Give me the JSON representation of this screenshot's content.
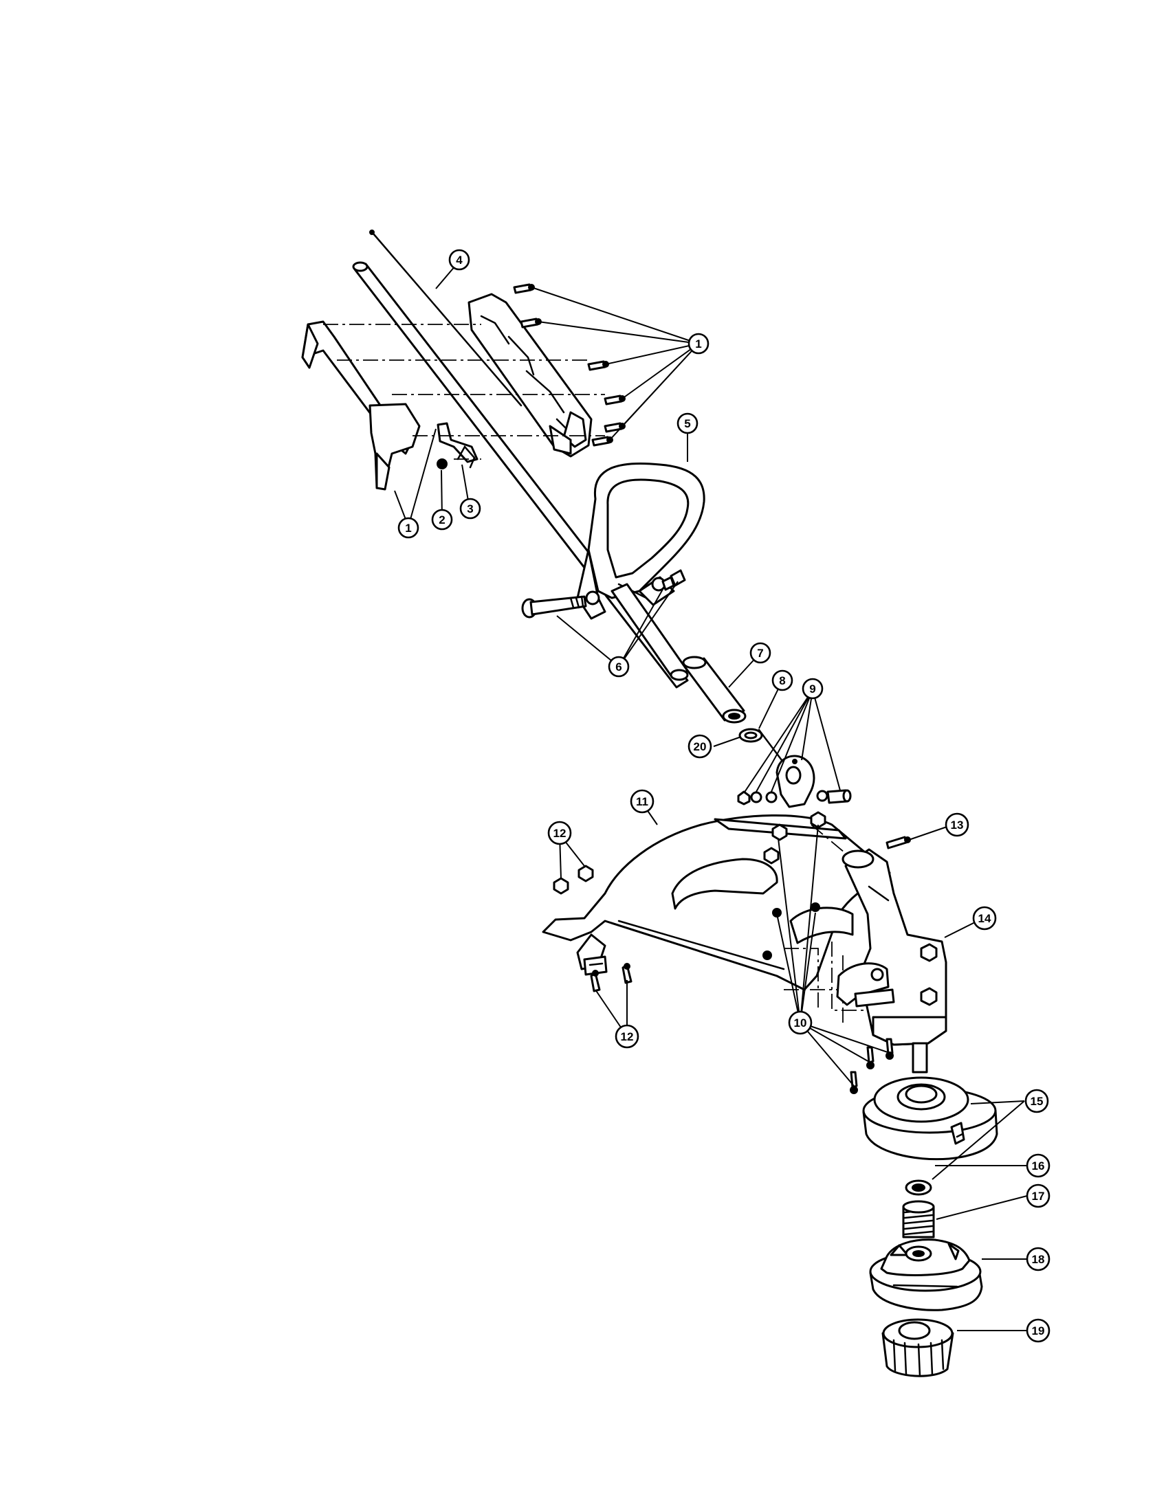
{
  "callouts": [
    {
      "id": "1a",
      "number": "1"
    },
    {
      "id": "1b",
      "number": "1"
    },
    {
      "id": "2",
      "number": "2"
    },
    {
      "id": "3",
      "number": "3"
    },
    {
      "id": "4",
      "number": "4"
    },
    {
      "id": "5",
      "number": "5"
    },
    {
      "id": "6",
      "number": "6"
    },
    {
      "id": "7",
      "number": "7"
    },
    {
      "id": "8",
      "number": "8"
    },
    {
      "id": "9",
      "number": "9"
    },
    {
      "id": "10",
      "number": "10"
    },
    {
      "id": "11",
      "number": "11"
    },
    {
      "id": "12a",
      "number": "12"
    },
    {
      "id": "12b",
      "number": "12"
    },
    {
      "id": "13",
      "number": "13"
    },
    {
      "id": "14",
      "number": "14"
    },
    {
      "id": "15",
      "number": "15"
    },
    {
      "id": "16",
      "number": "16"
    },
    {
      "id": "17",
      "number": "17"
    },
    {
      "id": "18",
      "number": "18"
    },
    {
      "id": "19",
      "number": "19"
    },
    {
      "id": "20",
      "number": "20"
    }
  ]
}
